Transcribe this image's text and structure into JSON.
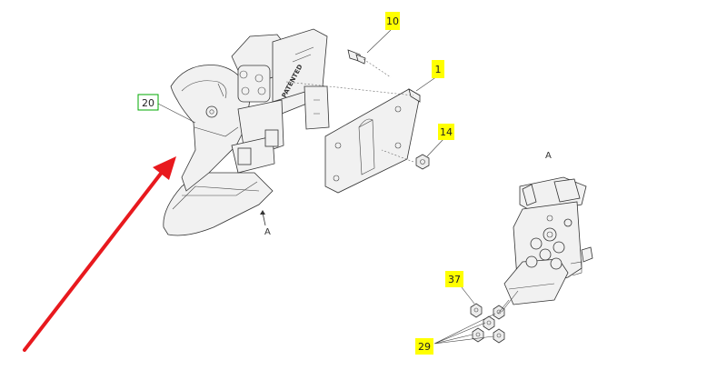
{
  "callouts": {
    "c10": "10",
    "c1": "1",
    "c14": "14",
    "c20": "20",
    "c37": "37",
    "c29": "29"
  },
  "view_labels": {
    "view_a_marker": "A",
    "view_a_title": "A"
  },
  "logo_text": "PATENTED",
  "colors": {
    "callout_fill": "#ffff00",
    "callout_20_border": "#00aa00",
    "arrow": "#e8191e"
  }
}
